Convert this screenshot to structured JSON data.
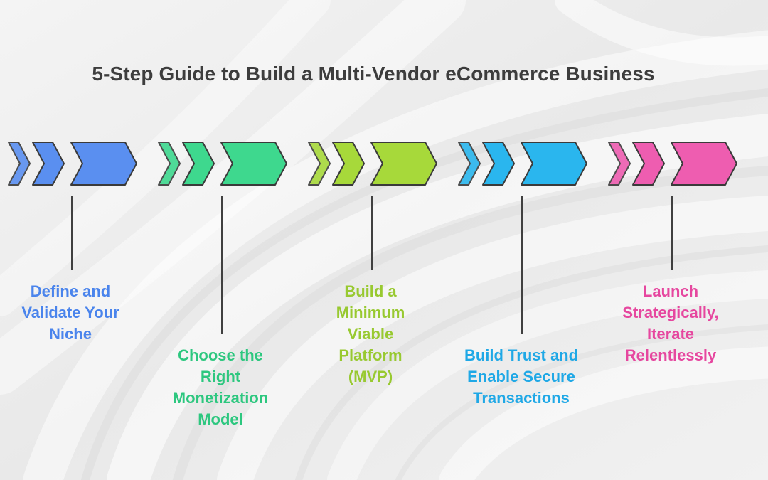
{
  "title": "5-Step Guide to Build a Multi-Vendor eCommerce Business",
  "steps": [
    {
      "label": "Define and\nValidate Your\nNiche",
      "fill": "#5a8ff0",
      "text_color": "#4a84ec",
      "icon": "chevron-arrows-icon"
    },
    {
      "label": "Choose the\nRight\nMonetization\nModel",
      "fill": "#3ed88e",
      "text_color": "#2dc77f",
      "icon": "chevron-arrows-icon"
    },
    {
      "label": "Build a\nMinimum\nViable\nPlatform\n(MVP)",
      "fill": "#a7d93a",
      "text_color": "#98c930",
      "icon": "chevron-arrows-icon"
    },
    {
      "label": "Build Trust and\nEnable Secure\nTransactions",
      "fill": "#2ab6ee",
      "text_color": "#1fa8e6",
      "icon": "chevron-arrows-icon"
    },
    {
      "label": "Launch\nStrategically,\nIterate\nRelentlessly",
      "fill": "#ee5db0",
      "text_color": "#e6479f",
      "icon": "chevron-arrows-icon"
    }
  ]
}
